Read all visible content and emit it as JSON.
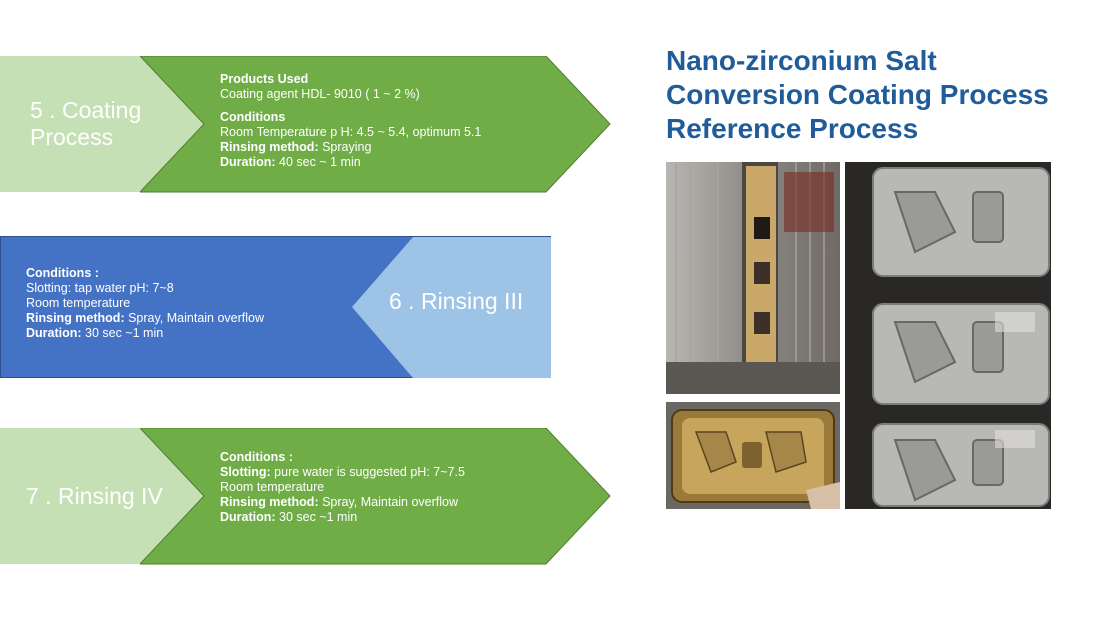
{
  "title": {
    "line1": "Nano-zirconium Salt",
    "line2": "Conversion Coating Process",
    "line3": "Reference Process"
  },
  "colors": {
    "green_dark": "#70ad47",
    "green_light": "#c5e0b4",
    "blue_dark": "#4472c4",
    "blue_light": "#9dc3e6",
    "title_blue": "#1f5c99"
  },
  "step5": {
    "label_line1": "5 . Coating",
    "label_line2": "Process",
    "products_heading": "Products Used",
    "products_value": "Coating agent HDL- 9010 ( 1 ~ 2 %)",
    "conditions_heading": "Conditions",
    "conditions_value": "Room Temperature p H: 4.5 ~ 5.4, optimum 5.1",
    "rinsing_key": "Rinsing method:",
    "rinsing_value": " Spraying",
    "duration_key": "Duration:",
    "duration_value": " 40 sec ~ 1 min"
  },
  "step6": {
    "label": "6 . Rinsing III",
    "conditions_heading": "Conditions :",
    "line1": "Slotting: tap water pH: 7~8",
    "line2": "Room temperature",
    "rinsing_key": "Rinsing method:",
    "rinsing_value": " Spray, Maintain overflow",
    "duration_key": "Duration:",
    "duration_value": " 30 sec ~1 min"
  },
  "step7": {
    "label": "7 . Rinsing IV",
    "conditions_heading": "Conditions :",
    "slotting_key": "Slotting:",
    "slotting_value": " pure water is suggested   pH: 7~7.5",
    "line2": "Room temperature",
    "rinsing_key": "Rinsing method:",
    "rinsing_value": " Spray, Maintain overflow",
    "duration_key": "Duration:",
    "duration_value": " 30 sec ~1 min"
  },
  "photos": {
    "photo1": "rack-photo",
    "photo2": "coated-part-photo",
    "photo3": "parts-stack-photo"
  }
}
